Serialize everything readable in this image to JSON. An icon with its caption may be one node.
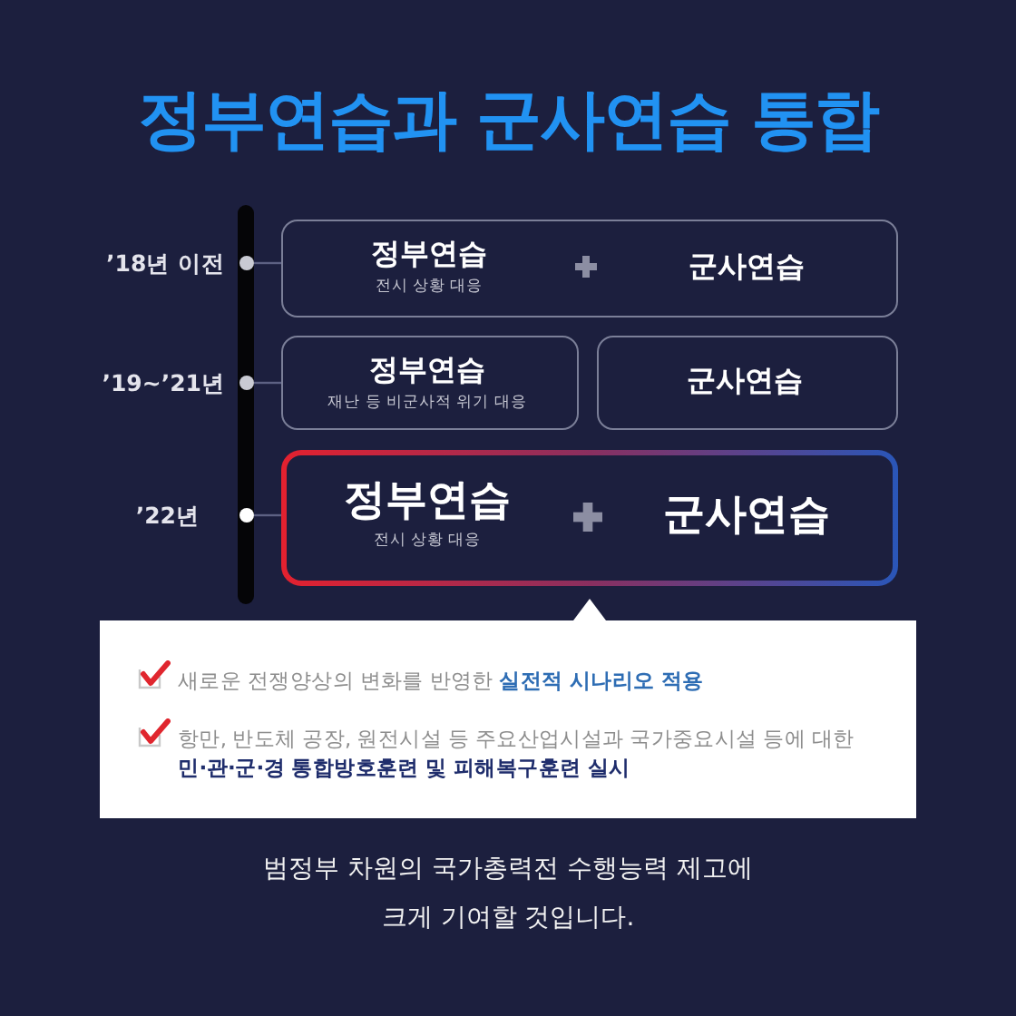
{
  "diagram": {
    "title": "정부연습과 군사연습 통합",
    "nodes": [
      {
        "text": [],
        "shape": "circle",
        "beside": [
          "’18년 이전"
        ]
      },
      {
        "text": [
          "정부연습",
          "전시 상황 대응",
          "군사연습"
        ]
      },
      {
        "text": [],
        "shape": "circle",
        "beside": [
          "’19~’21년"
        ]
      },
      {
        "text": [
          "정부연습",
          "재난 등 비군사적 위기 대응"
        ]
      },
      {
        "text": [
          "군사연습"
        ]
      },
      {
        "text": [],
        "shape": "circle",
        "beside": [
          "’22년"
        ]
      },
      {
        "text": [
          "정부연습",
          "전시 상황 대응",
          "군사연습"
        ]
      },
      {
        "text": [
          "새로운 전쟁양상의 변화를 반영한 **실전적 시나리오 적용**",
          "항만, 반도체 공장, 원전시설 등 주요산업시설과 국가중요시설 등에 대한 **민·관·군·경 통합방호훈련 및 피해복구훈련 실시**"
        ]
      }
    ],
    "edges": [
      {
        "from": 0,
        "to": 1,
        "arrow": "none"
      },
      {
        "from": 2,
        "to": 3,
        "arrow": "none"
      },
      {
        "from": 5,
        "to": 6,
        "arrow": "none"
      }
    ],
    "caption": "범정부 차원의 국가총력전 수행능력 제고에 크게 기여할 것입니다."
  }
}
